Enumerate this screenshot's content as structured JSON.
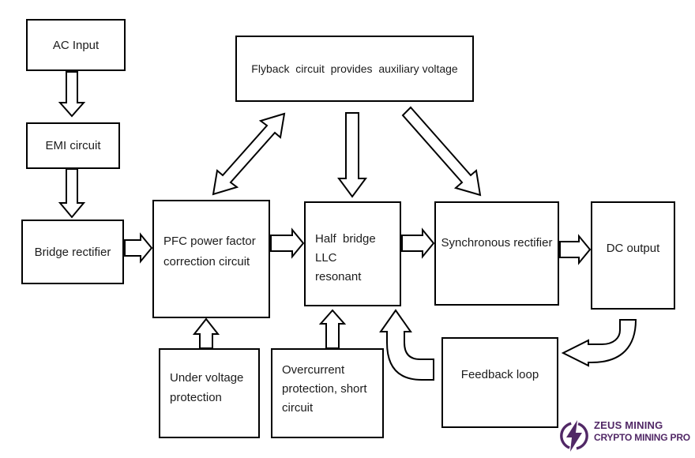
{
  "boxes": {
    "ac_input": "AC Input",
    "emi": "EMI circuit",
    "bridge_rectifier": "Bridge rectifier",
    "flyback": "Flyback  circuit  provides  auxiliary voltage",
    "pfc": "PFC power factor\ncorrection circuit",
    "half_bridge_llc": "Half  bridge LLC\nresonant",
    "sync_rectifier": "Synchronous rectifier",
    "dc_output": "DC output",
    "under_voltage": "Under voltage\nprotection",
    "overcurrent": "Overcurrent\nprotection, short\ncircuit",
    "feedback_loop": "Feedback loop"
  },
  "logo": {
    "line1": "ZEUS MINING",
    "line2": "CRYPTO MINING PRO",
    "color": "#512866"
  },
  "colors": {
    "background": "#ffffff",
    "box_border": "#000000",
    "arrow_fill": "#ffffff",
    "arrow_outline": "#000000"
  }
}
